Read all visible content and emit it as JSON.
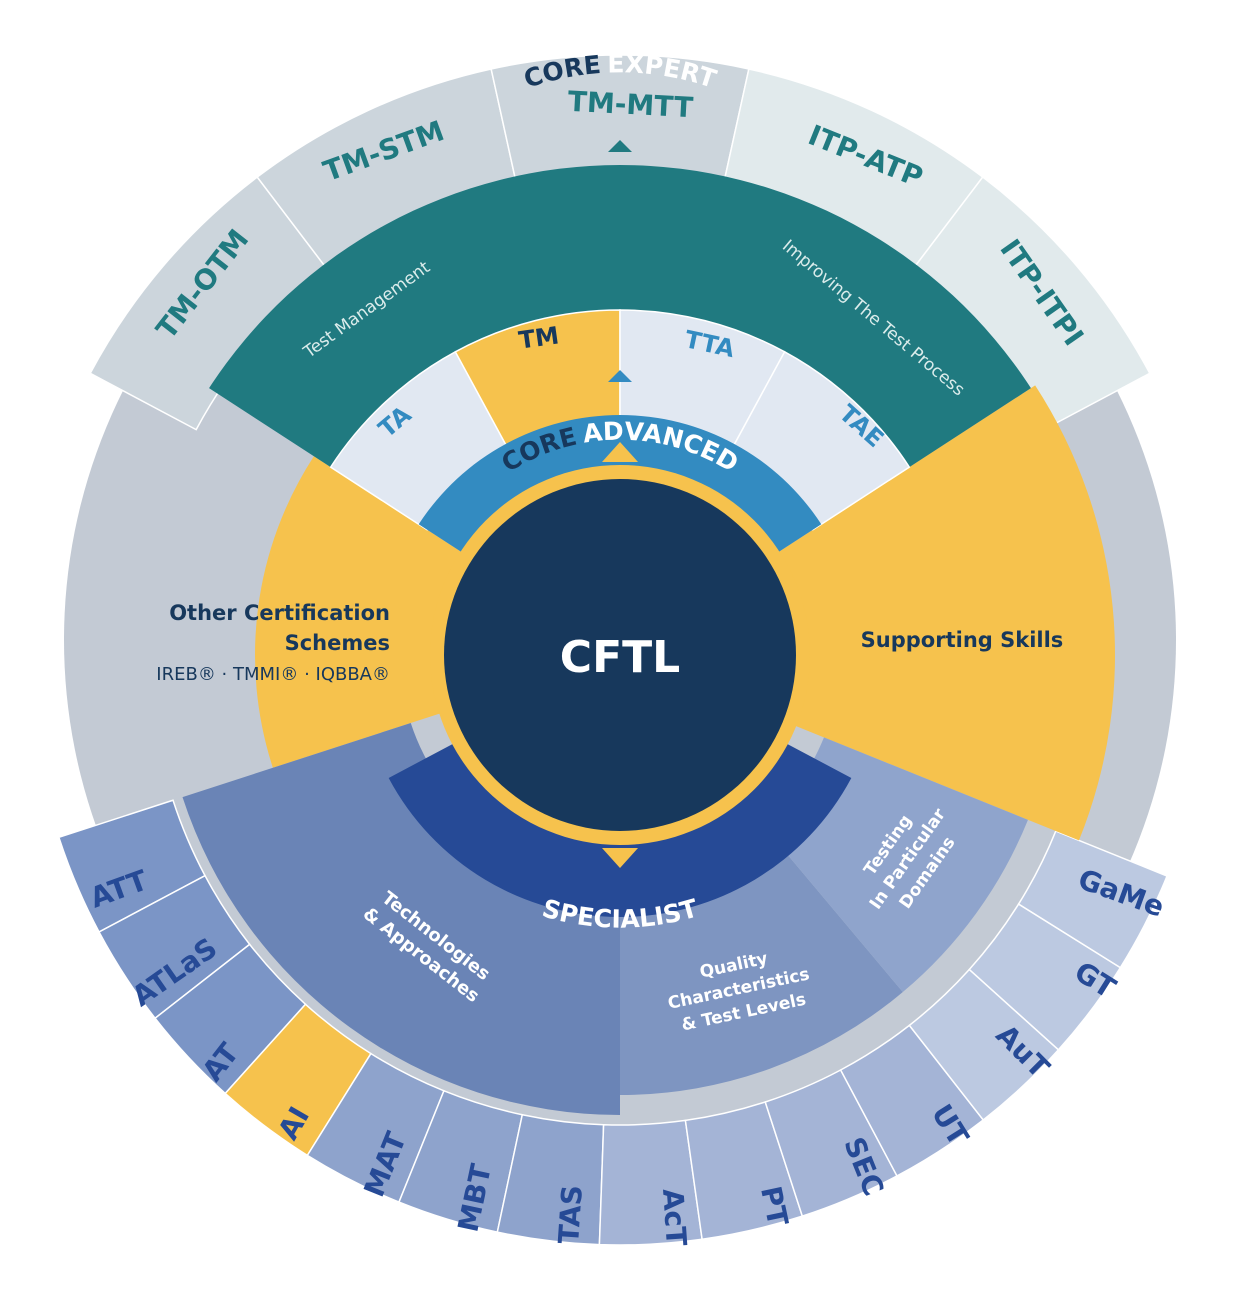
{
  "center": {
    "title": "CFTL"
  },
  "core_expert": {
    "title_a": "CORE",
    "title_b": "EXPERT",
    "left_sub": "Test Management",
    "right_sub": "Improving The Test Process",
    "modules": [
      "TM-OTM",
      "TM-STM",
      "TM-MTT",
      "ITP-ATP",
      "ITP-ITPI"
    ]
  },
  "core_advanced": {
    "title_a": "CORE",
    "title_b": "ADVANCED",
    "modules": [
      "TA",
      "TM",
      "TTA",
      "TAE"
    ]
  },
  "other_schemes": {
    "title_line1": "Other Certification",
    "title_line2": "Schemes",
    "subtitle": "IREB® · TMMI® · IQBBA®"
  },
  "supporting": {
    "title": "Supporting Skills"
  },
  "specialist": {
    "title": "SPECIALIST",
    "technologies": {
      "line1": "Technologies",
      "line2": "& Approaches"
    },
    "quality": {
      "line1": "Quality",
      "line2": "Characteristics",
      "line3": "& Test Levels"
    },
    "domains": {
      "line1": "Testing",
      "line2": "In Particular",
      "line3": "Domains"
    },
    "tech_modules": [
      "ATT",
      "ATLaS",
      "AT",
      "AI",
      "MAT",
      "MBT",
      "TAS"
    ],
    "quality_modules": [
      "AcT",
      "PT",
      "SEC",
      "UT"
    ],
    "domain_modules": [
      "AuT",
      "GT",
      "GaMe"
    ]
  },
  "colors": {
    "center": "#17385c",
    "gold": "#f6c24d",
    "teal": "#207a80",
    "advanced_blue": "#338bc1",
    "specialist_navy": "#264a96",
    "outer_gray": "#c3cad4",
    "tech_ring": "#6a84b6",
    "quality_ring": "#7e95c1",
    "domains_ring": "#8fa4cc",
    "advanced_light": "#e1e8f2",
    "dark_text": "#17385c"
  }
}
